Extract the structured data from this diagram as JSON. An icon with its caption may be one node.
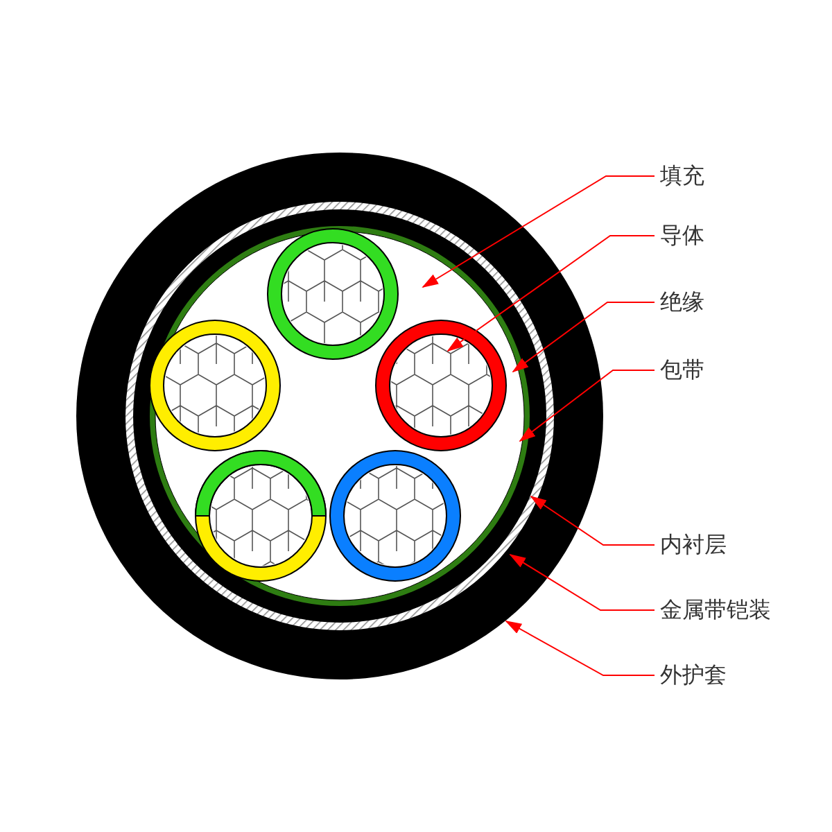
{
  "diagram": {
    "nodes": [
      {
        "text": [
          "填充"
        ]
      },
      {
        "text": [
          "导体"
        ]
      },
      {
        "text": [
          "绝缘"
        ]
      },
      {
        "text": [
          "包带"
        ]
      },
      {
        "text": [
          "内衬层"
        ]
      },
      {
        "text": [
          "金属带铠装"
        ]
      },
      {
        "text": [
          "外护套"
        ]
      }
    ],
    "edges": [
      {
        "from": 0,
        "to": null,
        "arrow": "to"
      },
      {
        "from": 1,
        "to": null,
        "arrow": "to"
      },
      {
        "from": 2,
        "to": null,
        "arrow": "to"
      },
      {
        "from": 3,
        "to": null,
        "arrow": "to"
      },
      {
        "from": 4,
        "to": null,
        "arrow": "to"
      },
      {
        "from": 5,
        "to": null,
        "arrow": "to"
      },
      {
        "from": 6,
        "to": null,
        "arrow": "to"
      }
    ]
  }
}
